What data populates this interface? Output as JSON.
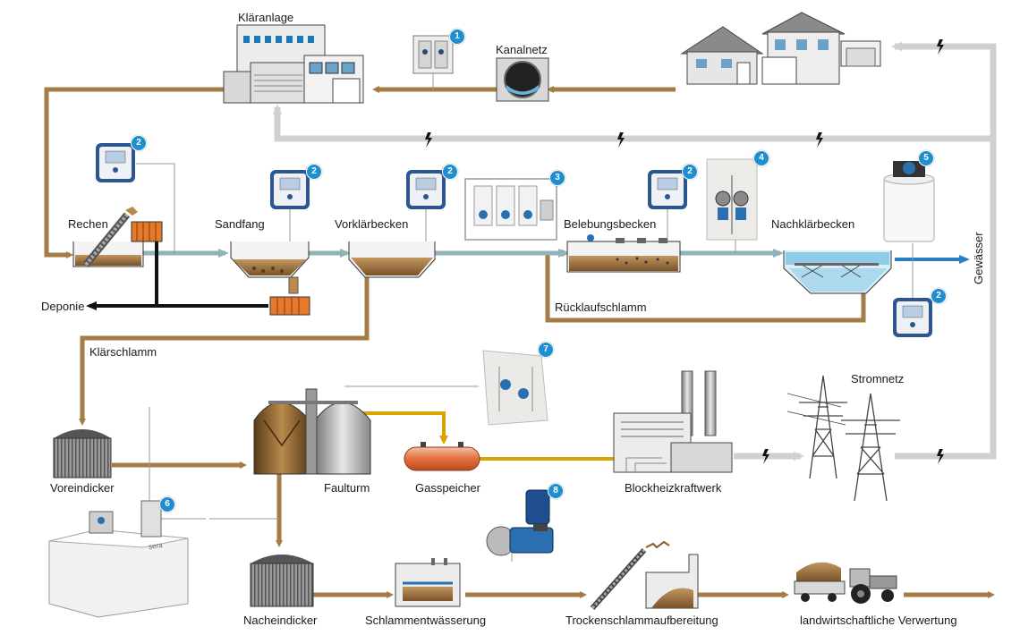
{
  "labels": {
    "klaeranlage": "Kläranlage",
    "kanalnetz": "Kanalnetz",
    "rechen": "Rechen",
    "sandfang": "Sandfang",
    "vorklaerbecken": "Vorklärbecken",
    "belebungsbecken": "Belebungsbecken",
    "nachklaerbecken": "Nachklärbecken",
    "gewaesser": "Gewässer",
    "deponie": "Deponie",
    "ruecklaufschlamm": "Rücklaufschlamm",
    "klaerschlamm": "Klärschlamm",
    "stromnetz": "Stromnetz",
    "voreindicker": "Voreindicker",
    "faulturm": "Faulturm",
    "gasspeicher": "Gasspeicher",
    "blockheizkraftwerk": "Blockheizkraftwerk",
    "nacheindicker": "Nacheindicker",
    "schlammentwaesserung": "Schlammentwässerung",
    "trockenschlamm": "Trockenschlammaufbereitung",
    "verwertung": "landwirtschaftliche Verwertung"
  },
  "badges": {
    "b1": "1",
    "b2a": "2",
    "b2b": "2",
    "b2c": "2",
    "b2d": "2",
    "b2e": "2",
    "b3": "3",
    "b4": "4",
    "b5": "5",
    "b6": "6",
    "b7": "7",
    "b8": "8"
  },
  "device_brand": "sera",
  "colors": {
    "sludge": "#a77b46",
    "water": "#8fb3b8",
    "power": "#d0d0d0",
    "gas": "#d9a300",
    "badge": "#1d8fd0",
    "black": "#111111"
  }
}
